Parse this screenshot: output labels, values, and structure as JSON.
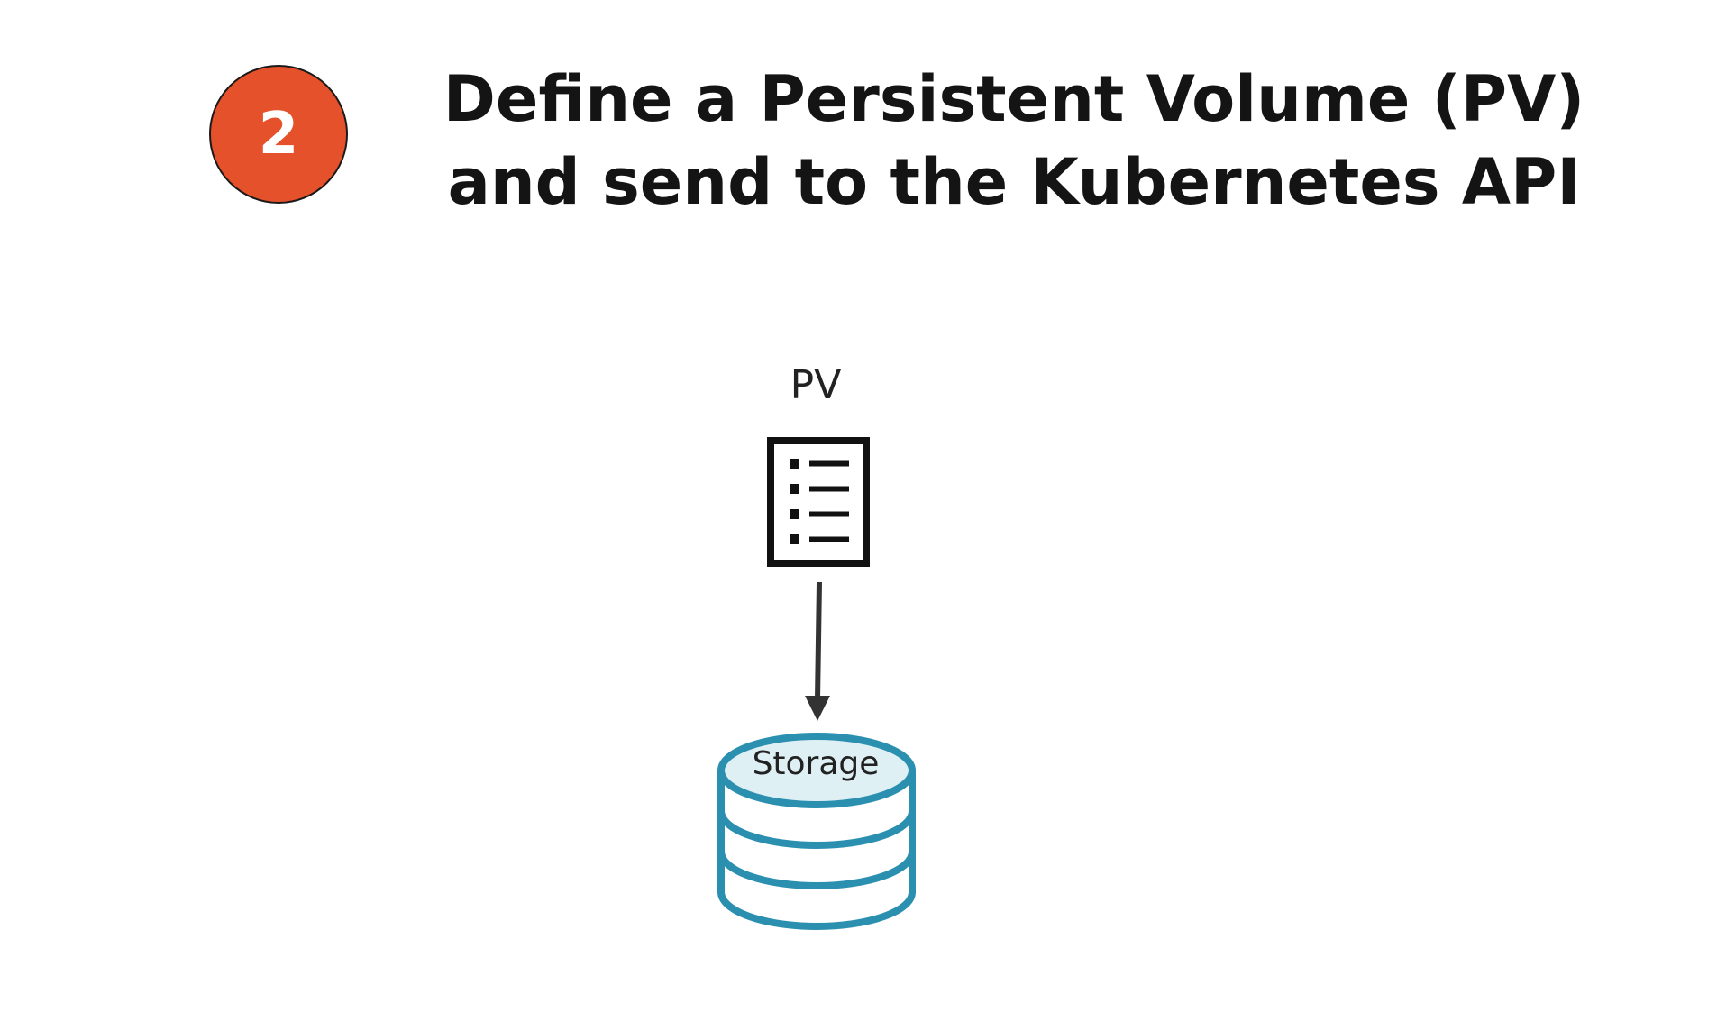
{
  "step": {
    "number": "2",
    "color": "#e5512a"
  },
  "title": {
    "line1": "Define a Persistent Volume (PV)",
    "line2": "and send to the Kubernetes API"
  },
  "diagram": {
    "pv_label": "PV",
    "pv_icon": "document-list-icon",
    "storage_label": "Storage",
    "storage_icon": "database-cylinder-icon",
    "storage_color": "#2b8fb0",
    "storage_top_fill": "#dff0f5"
  }
}
